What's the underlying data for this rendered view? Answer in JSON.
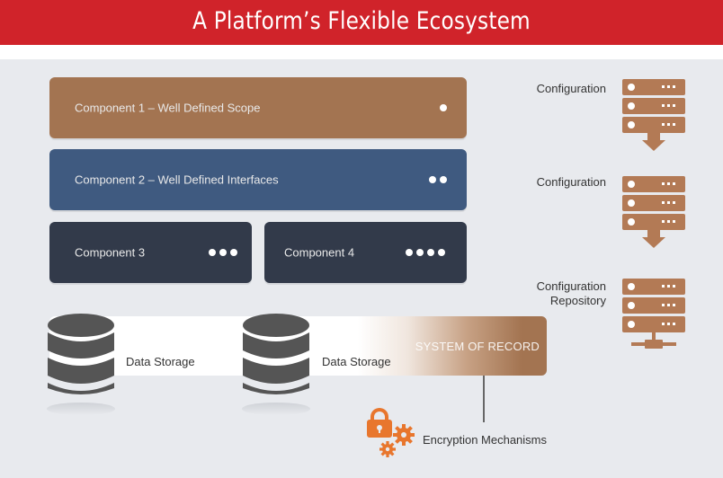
{
  "header": {
    "title": "A Platform’s Flexible Ecosystem"
  },
  "components": [
    {
      "label": "Component 1 – Well Defined Scope",
      "dots": 1
    },
    {
      "label": "Component 2 – Well Defined Interfaces",
      "dots": 2
    },
    {
      "label": "Component 3",
      "dots": 3
    },
    {
      "label": "Component 4",
      "dots": 4
    }
  ],
  "storage": {
    "items": [
      {
        "label": "Data Storage"
      },
      {
        "label": "Data Storage"
      }
    ],
    "system_of_record": "SYSTEM OF RECORD"
  },
  "encryption": {
    "label": "Encryption Mechanisms"
  },
  "configs": [
    {
      "line1": "Configuration",
      "line2": ""
    },
    {
      "line1": "Configuration",
      "line2": ""
    },
    {
      "line1": "Configuration",
      "line2": "Repository"
    }
  ],
  "colors": {
    "header": "#d0232a",
    "component1": "#a37451",
    "component2": "#3f5a80",
    "component_dark": "#323a4a",
    "server": "#b37a55",
    "lock": "#e8762d"
  }
}
